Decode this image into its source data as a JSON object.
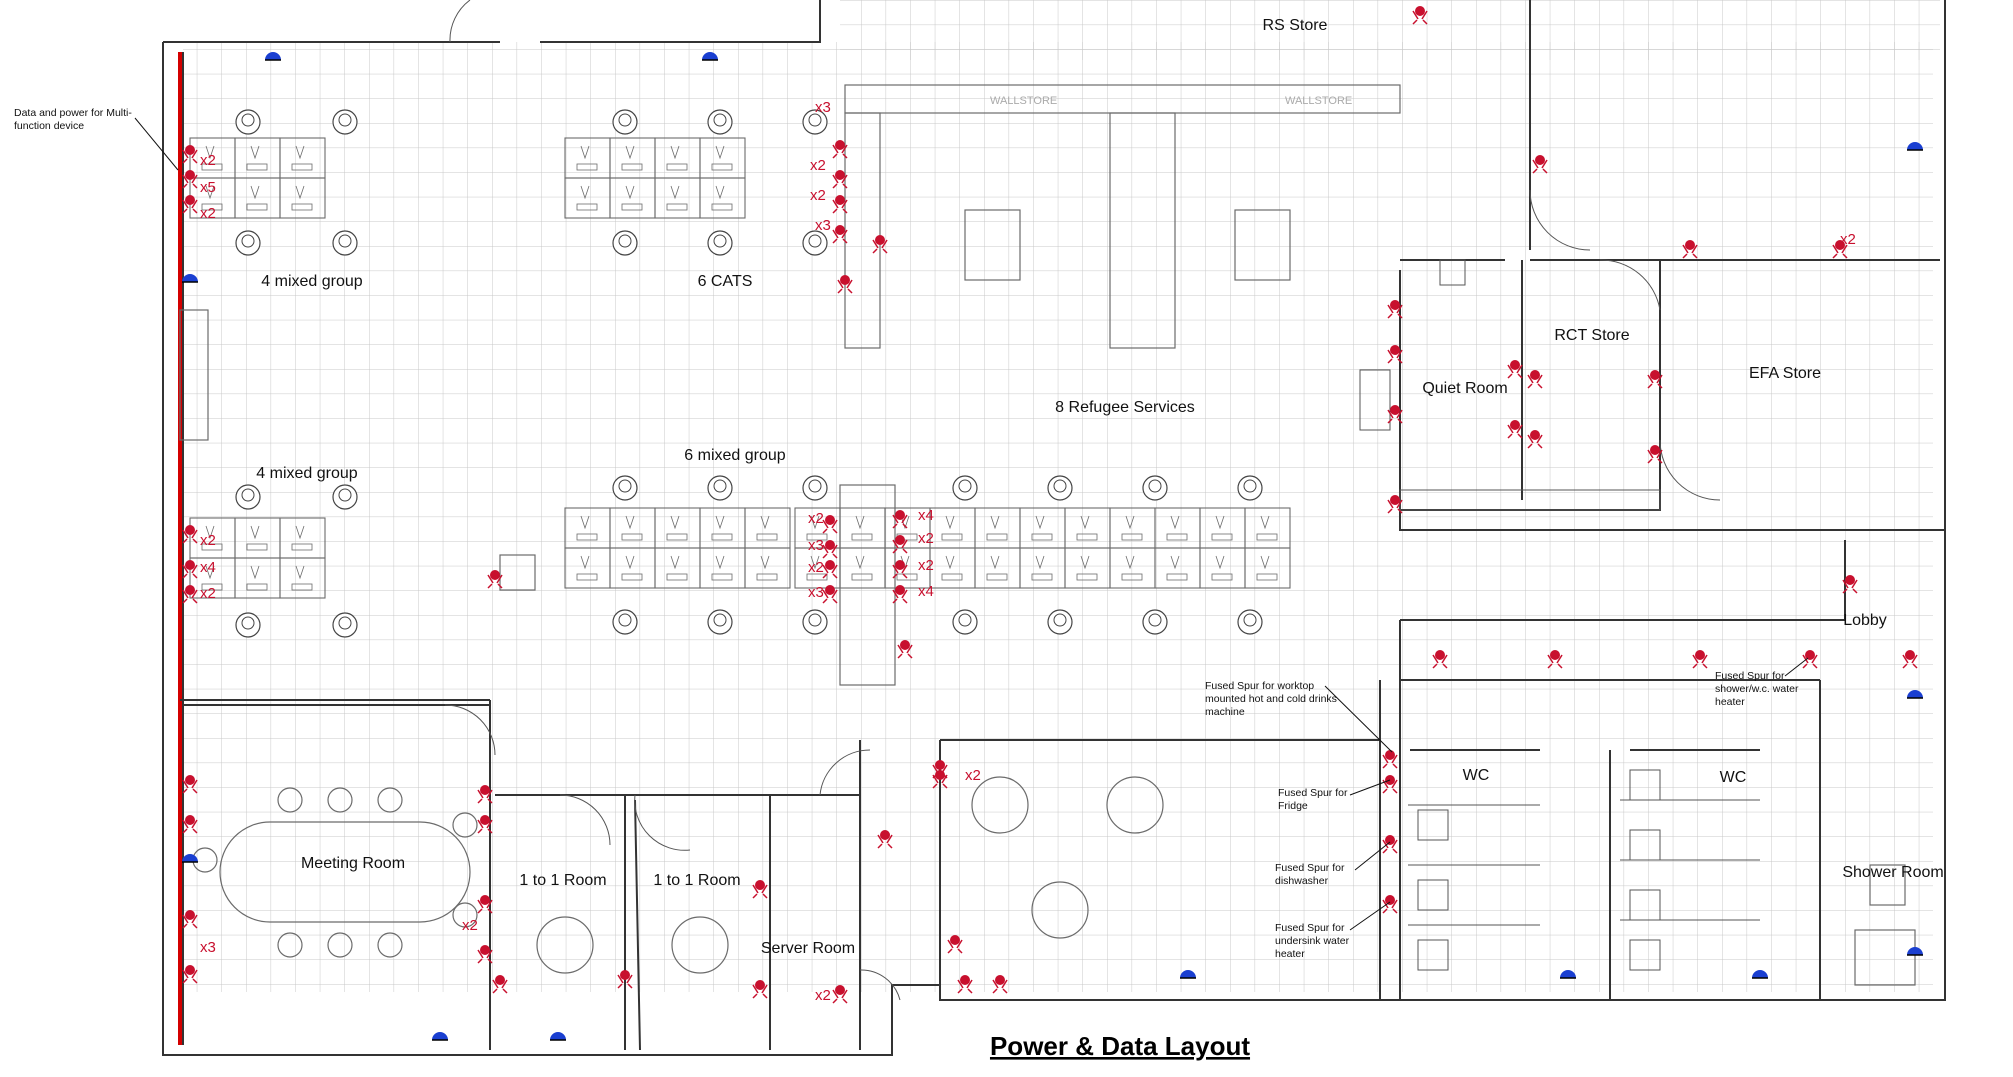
{
  "title": "Power & Data Layout",
  "colors": {
    "power_symbol": "#c8102e",
    "data_symbol": "#1a3fd1",
    "wall": "#333333",
    "grid": "#c8c8c8"
  },
  "rooms": {
    "rs_store": "RS Store",
    "area_4_mixed_top": "4 mixed group",
    "area_6_cats": "6 CATS",
    "area_refugee": "8 Refugee Services",
    "area_4_mixed_bottom": "4 mixed group",
    "area_6_mixed": "6 mixed group",
    "quiet_room": "Quiet Room",
    "rct_store": "RCT Store",
    "efa_store": "EFA Store",
    "lobby": "Lobby",
    "meeting_room": "Meeting Room",
    "one_to_one_a": "1 to 1 Room",
    "one_to_one_b": "1 to 1 Room",
    "server_room": "Server Room",
    "wc_left": "WC",
    "wc_right": "WC",
    "shower_room": "Shower Room",
    "wallstore": "WALLSTORE"
  },
  "notes": {
    "data_power_mfd": "Data and power  for Multi-function device",
    "spur_drinks": "Fused Spur for worktop mounted hot and cold drinks machine",
    "spur_fridge": "Fused Spur for Fridge",
    "spur_dishwasher": "Fused Spur for dishwasher",
    "spur_undersink": "Fused Spur for undersink water heater",
    "spur_shower": "Fused Spur for shower/w.c. water heater"
  },
  "multipliers": [
    "x2",
    "x5",
    "x2",
    "x2",
    "x4",
    "x2",
    "x3",
    "x2",
    "x2",
    "x3",
    "x2",
    "x2",
    "x3",
    "x2",
    "x3",
    "x4",
    "x2",
    "x2",
    "x4",
    "x2",
    "x2",
    "x3",
    "x2"
  ]
}
